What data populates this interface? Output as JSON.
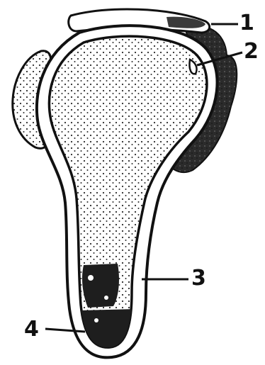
{
  "diagram": {
    "callouts": [
      {
        "id": "1",
        "text": "1"
      },
      {
        "id": "2",
        "text": "2"
      },
      {
        "id": "3",
        "text": "3"
      },
      {
        "id": "4",
        "text": "4"
      }
    ],
    "colors": {
      "ink": "#111111",
      "dark_mass": "#262626",
      "paper": "#ffffff",
      "stipple": "#2a2a2a"
    }
  }
}
